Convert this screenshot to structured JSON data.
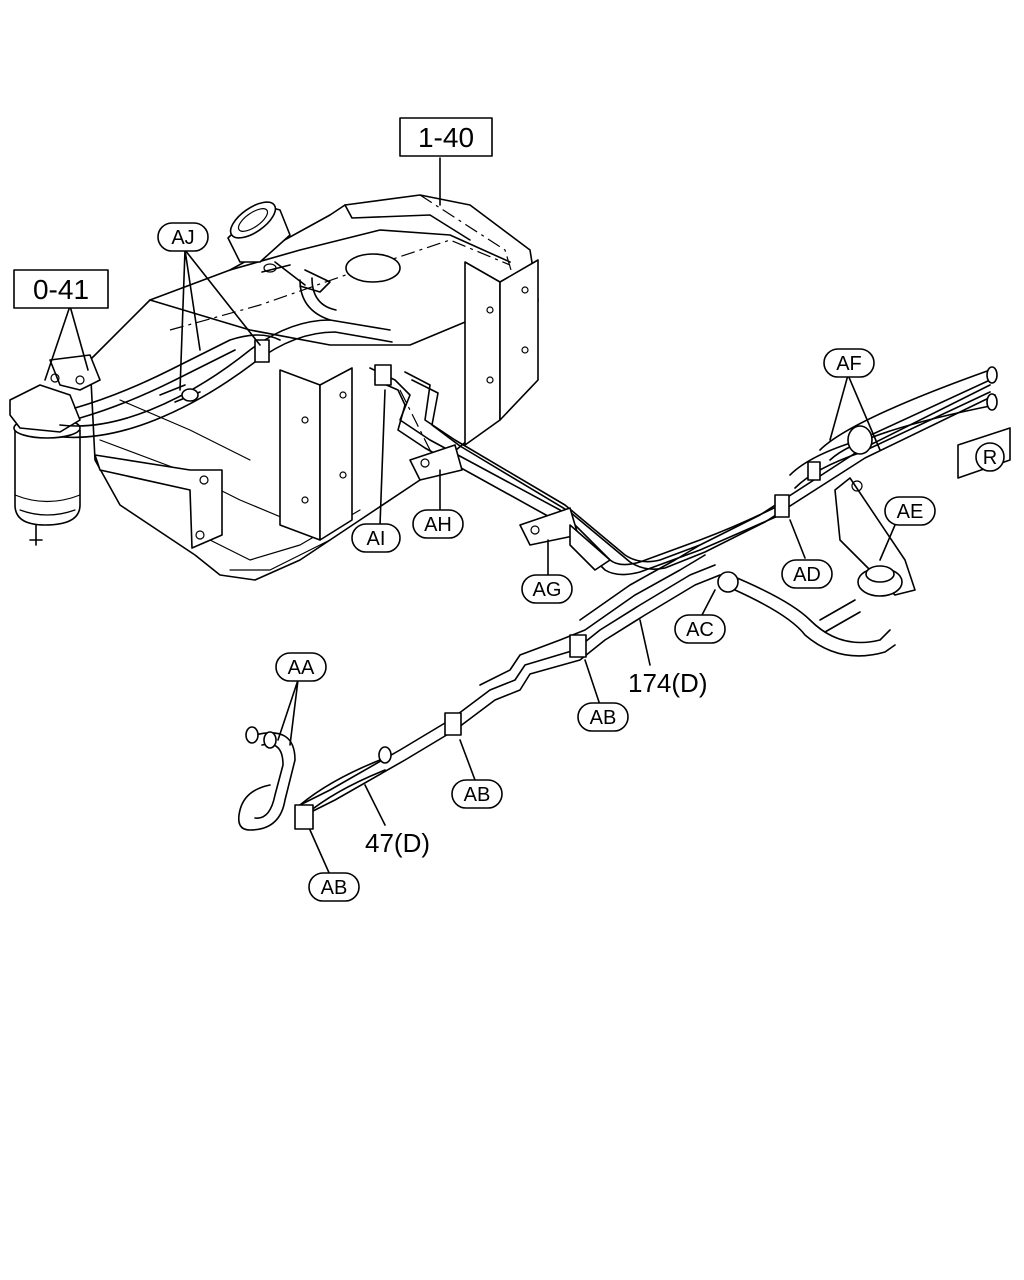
{
  "refs": {
    "tank_ref": "1-40",
    "filter_ref": "0-41",
    "pipe_long": "174(D)",
    "pipe_short": "47(D)",
    "direction": "R"
  },
  "callouts": {
    "aa": "AA",
    "ab1": "AB",
    "ab2": "AB",
    "ab3": "AB",
    "ac": "AC",
    "ad": "AD",
    "ae": "AE",
    "af": "AF",
    "ag": "AG",
    "ah": "AH",
    "ai": "AI",
    "aj": "AJ"
  }
}
